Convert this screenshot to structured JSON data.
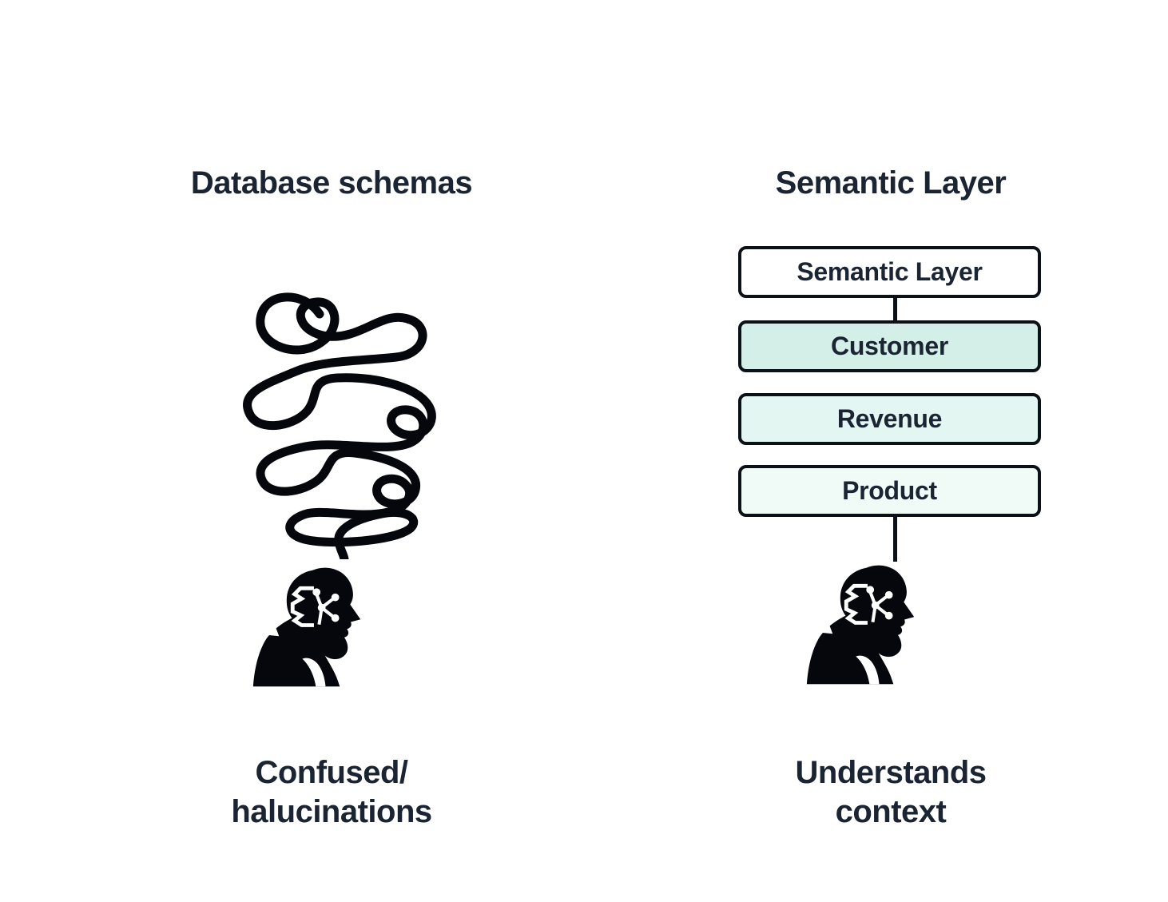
{
  "page": {
    "background": "#ffffff",
    "card_background": "#ffffff"
  },
  "colors": {
    "text": "#1b2433",
    "outline_black": "#0c1117",
    "silhouette_black": "#05070d",
    "box_fill_customer": "#d4efe8",
    "box_fill_revenue": "#e4f6f1",
    "box_fill_product": "#f0faf7",
    "box_fill_semantic_layer": "#ffffff"
  },
  "icons": {
    "left_figure": "thinking-person-silhouette-with-brain-circuit-icon",
    "right_figure": "thinking-person-silhouette-with-brain-circuit-icon",
    "scribble": "tangled-scribble-line-icon",
    "brain": "brain-circuit-icon"
  },
  "left_panel": {
    "title": "Database schemas",
    "caption_line1": "Confused/",
    "caption_line2": "halucinations"
  },
  "right_panel": {
    "title": "Semantic Layer",
    "caption_line1": "Understands",
    "caption_line2": "context",
    "boxes": [
      {
        "label": "Semantic Layer",
        "fill": "#ffffff"
      },
      {
        "label": "Customer",
        "fill": "#d4efe8"
      },
      {
        "label": "Revenue",
        "fill": "#e4f6f1"
      },
      {
        "label": "Product",
        "fill": "#f0faf7"
      }
    ]
  }
}
